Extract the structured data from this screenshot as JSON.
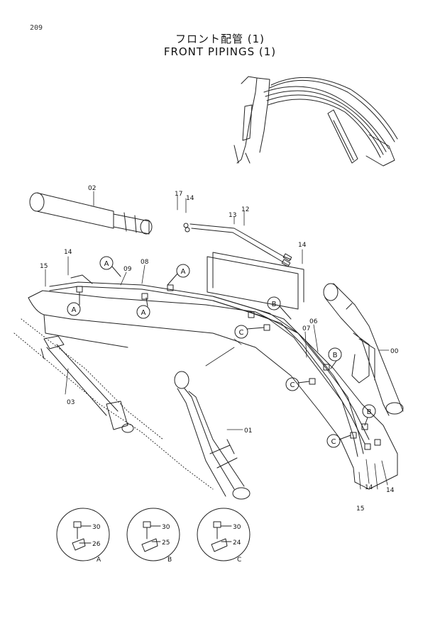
{
  "page_number": "209",
  "title_jp": "フロント配管 (1)",
  "title_en": "FRONT PIPINGS (1)",
  "part_labels": {
    "p00": "00",
    "p01": "01",
    "p02": "02",
    "p03": "03",
    "p06": "06",
    "p07": "07",
    "p08": "08",
    "p09": "09",
    "p12": "12",
    "p13": "13",
    "p14a": "14",
    "p14b": "14",
    "p14c": "14",
    "p14d": "14",
    "p14e": "14",
    "p15a": "15",
    "p15b": "15",
    "p17": "17"
  },
  "callouts": {
    "A": "A",
    "B": "B",
    "C": "C"
  },
  "details": [
    {
      "id": "A",
      "bolt": "30",
      "clamp": "26"
    },
    {
      "id": "B",
      "bolt": "30",
      "clamp": "25"
    },
    {
      "id": "C",
      "bolt": "30",
      "clamp": "24"
    }
  ]
}
